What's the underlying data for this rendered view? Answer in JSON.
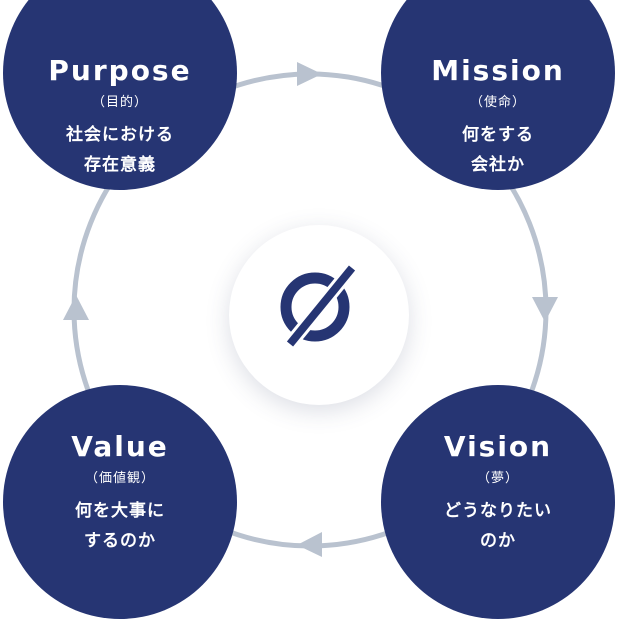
{
  "cycle": {
    "nodes": [
      {
        "title": "Purpose",
        "sub": "（目的）",
        "desc": "社会における\n存在意義"
      },
      {
        "title": "Mission",
        "sub": "（使命）",
        "desc": "何をする\n会社か"
      },
      {
        "title": "Vision",
        "sub": "（夢）",
        "desc": "どうなりたい\nのか"
      },
      {
        "title": "Value",
        "sub": "（価値観）",
        "desc": "何を大事に\nするのか"
      }
    ]
  },
  "colors": {
    "node_fill": "#263573",
    "node_text": "#ffffff",
    "ring": "#b9c2cf",
    "logo": "#263573"
  },
  "icons": {
    "center": "slashed-circle-logo-icon",
    "arrows": [
      "arrow-right-icon",
      "arrow-down-icon",
      "arrow-left-icon",
      "arrow-up-icon"
    ]
  }
}
